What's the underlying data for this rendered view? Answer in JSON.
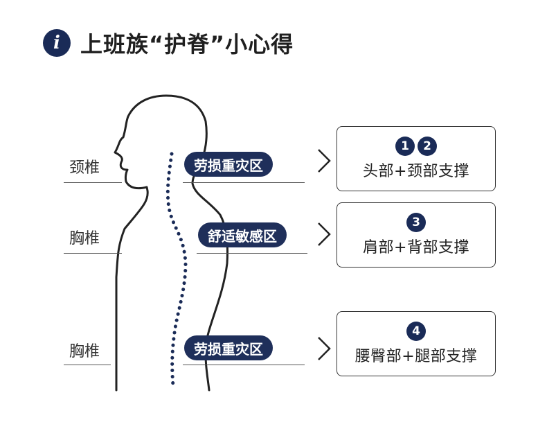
{
  "title": "上班族“护脊”小心得",
  "info_icon": "i",
  "colors": {
    "navy": "#1a2b57",
    "pill": "#1f2f5a"
  },
  "segments": [
    {
      "label": "颈椎",
      "tag": "劳损重灾区",
      "badges": [
        "1",
        "2"
      ],
      "support": "头部+颈部支撑"
    },
    {
      "label": "胸椎",
      "tag": "舒适敏感区",
      "badges": [
        "3"
      ],
      "support": "肩部+背部支撑"
    },
    {
      "label": "胸椎",
      "tag": "劳损重灾区",
      "badges": [
        "4"
      ],
      "support": "腰臀部+腿部支撑"
    }
  ]
}
